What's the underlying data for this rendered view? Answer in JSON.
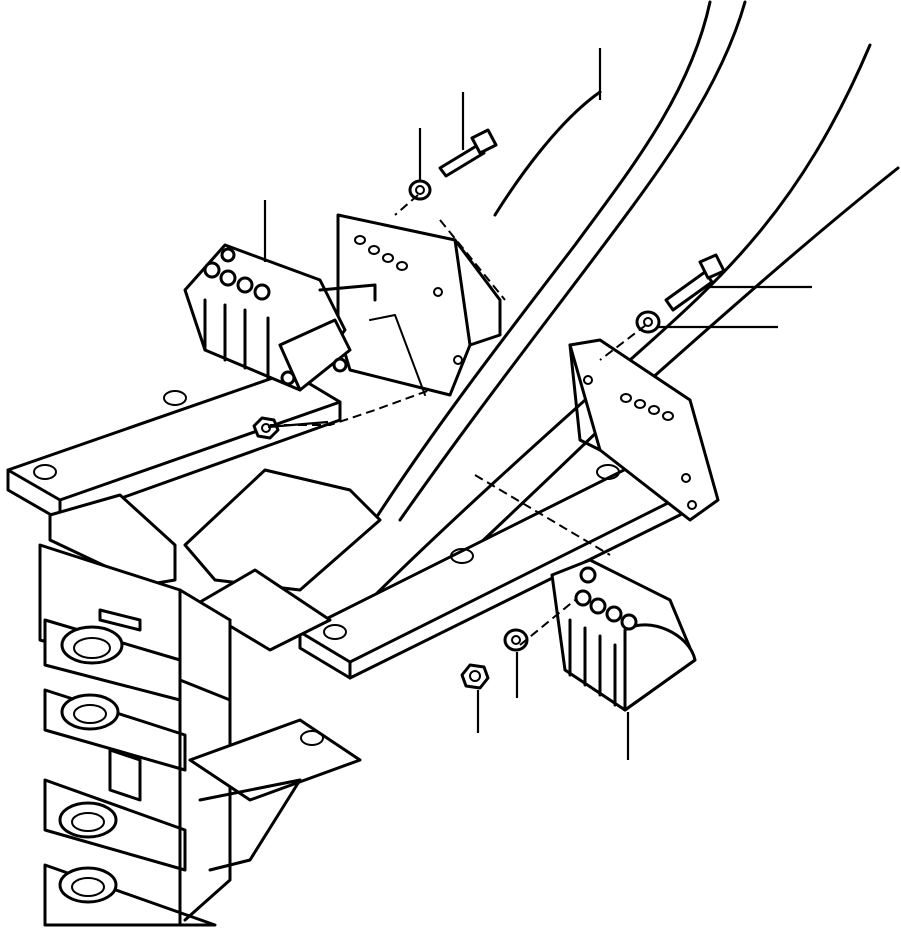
{
  "diagram": {
    "kind": "exploded-parts-illustration",
    "colors": {
      "line": "#000000",
      "background": "#ffffff"
    },
    "callouts": [
      {
        "part": "valve-block-upper",
        "label": ""
      },
      {
        "part": "washer-upper",
        "label": ""
      },
      {
        "part": "bolt-upper",
        "label": ""
      },
      {
        "part": "tube-upper",
        "label": ""
      },
      {
        "part": "bolt-right",
        "label": ""
      },
      {
        "part": "washer-right",
        "label": ""
      },
      {
        "part": "tube-lower",
        "label": ""
      },
      {
        "part": "nut-lower",
        "label": ""
      },
      {
        "part": "washer-lower",
        "label": ""
      },
      {
        "part": "valve-block-lower",
        "label": ""
      }
    ]
  }
}
